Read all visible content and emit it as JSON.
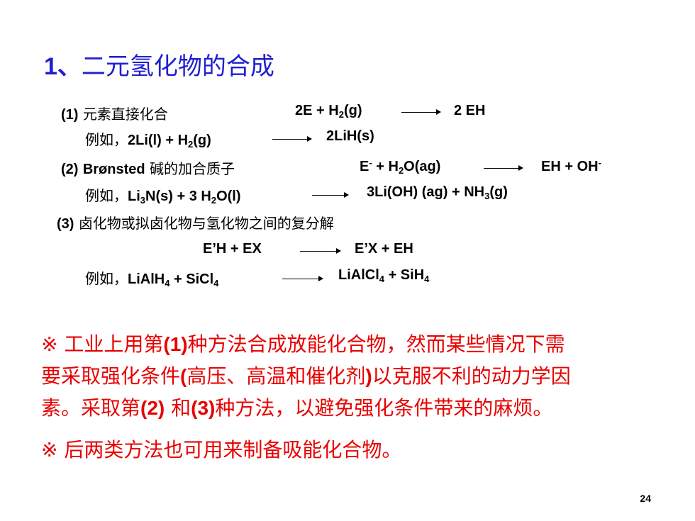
{
  "title": {
    "number": "1、",
    "text": "二元氢化物的合成"
  },
  "methods": {
    "m1": {
      "label_num": "(1)",
      "label_text": "元素直接化合",
      "eq_left": "2E + H",
      "eq_left_sub": "2",
      "eq_left_end": "(g)",
      "eq_right": "2 EH",
      "example_prefix": "例如，",
      "ex_left": "2Li(l) + H",
      "ex_left_sub": "2",
      "ex_left_end": "(g)",
      "ex_right": "2LiH(s)"
    },
    "m2": {
      "label_num": "(2)",
      "label_bold": "Brønsted",
      "label_text": "碱的加合质子",
      "eq_left_a": "E",
      "eq_left_sup": "-",
      "eq_left_b": " + H",
      "eq_left_sub": "2",
      "eq_left_c": "O(ag)",
      "eq_right_a": "EH + OH",
      "eq_right_sup": "-",
      "example_prefix": "例如，",
      "ex_a": "Li",
      "ex_sub1": "3",
      "ex_b": "N(s) + 3 H",
      "ex_sub2": "2",
      "ex_c": "O(l)",
      "ex_right_a": "3Li(OH) (ag)  + NH",
      "ex_right_sub": "3",
      "ex_right_b": "(g)"
    },
    "m3": {
      "label_num": "(3)",
      "label_text": "卤化物或拟卤化物与氢化物之间的复分解",
      "eq_left": "E’H + EX",
      "eq_right": "E’X + EH",
      "example_prefix": "例如，",
      "ex_a": "LiAlH",
      "ex_sub1": "4",
      "ex_b": " + SiCl",
      "ex_sub2": "4",
      "ex_right_a": "LiAlCl",
      "ex_right_sub1": "4",
      "ex_right_b": " + SiH",
      "ex_right_sub2": "4"
    }
  },
  "notes": {
    "n1_l1_a": "※ 工业上用第",
    "n1_l1_b": "(1)",
    "n1_l1_c": "种方法合成放能化合物，然而某些情况下需",
    "n1_l2_a": "要采取强化条件",
    "n1_l2_b": "(",
    "n1_l2_c": "高压、高温和催化剂",
    "n1_l2_d": ")",
    "n1_l2_e": "以克服不利的动力学因",
    "n1_l3_a": "素。采取第",
    "n1_l3_b": "(2)",
    "n1_l3_c": " 和",
    "n1_l3_d": "(3)",
    "n1_l3_e": "种方法，以避免强化条件带来的麻烦。",
    "n2": "※ 后两类方法也可用来制备吸能化合物。"
  },
  "page_number": "24",
  "colors": {
    "title": "#1f1fd0",
    "note": "#e80000",
    "text": "#000000"
  }
}
